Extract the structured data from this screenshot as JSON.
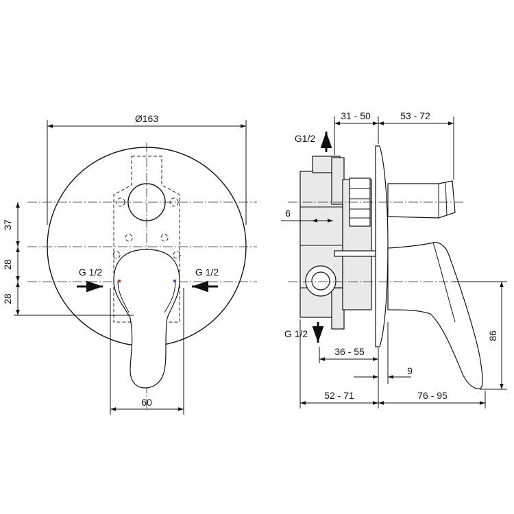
{
  "front_view": {
    "diameter_label": "Ø163",
    "dim_37": "37",
    "dim_28_top": "28",
    "dim_28_bottom": "28",
    "dim_60": "60",
    "inlet_left_label": "G 1/2",
    "inlet_right_label": "G 1/2"
  },
  "side_view": {
    "top_outlet_label": "G1/2",
    "bottom_outlet_label": "G 1/2",
    "dim_31_50": "31 - 50",
    "dim_53_72": "53 - 72",
    "dim_6": "6",
    "dim_36_55": "36 - 55",
    "dim_9": "9",
    "dim_86": "86",
    "dim_52_71": "52 - 71",
    "dim_76_95": "76 - 95"
  },
  "colors": {
    "line": "#111111",
    "hot_marker": "#d0342c",
    "cold_marker": "#2a5bd7",
    "body_fill": "#e9e9e9"
  }
}
